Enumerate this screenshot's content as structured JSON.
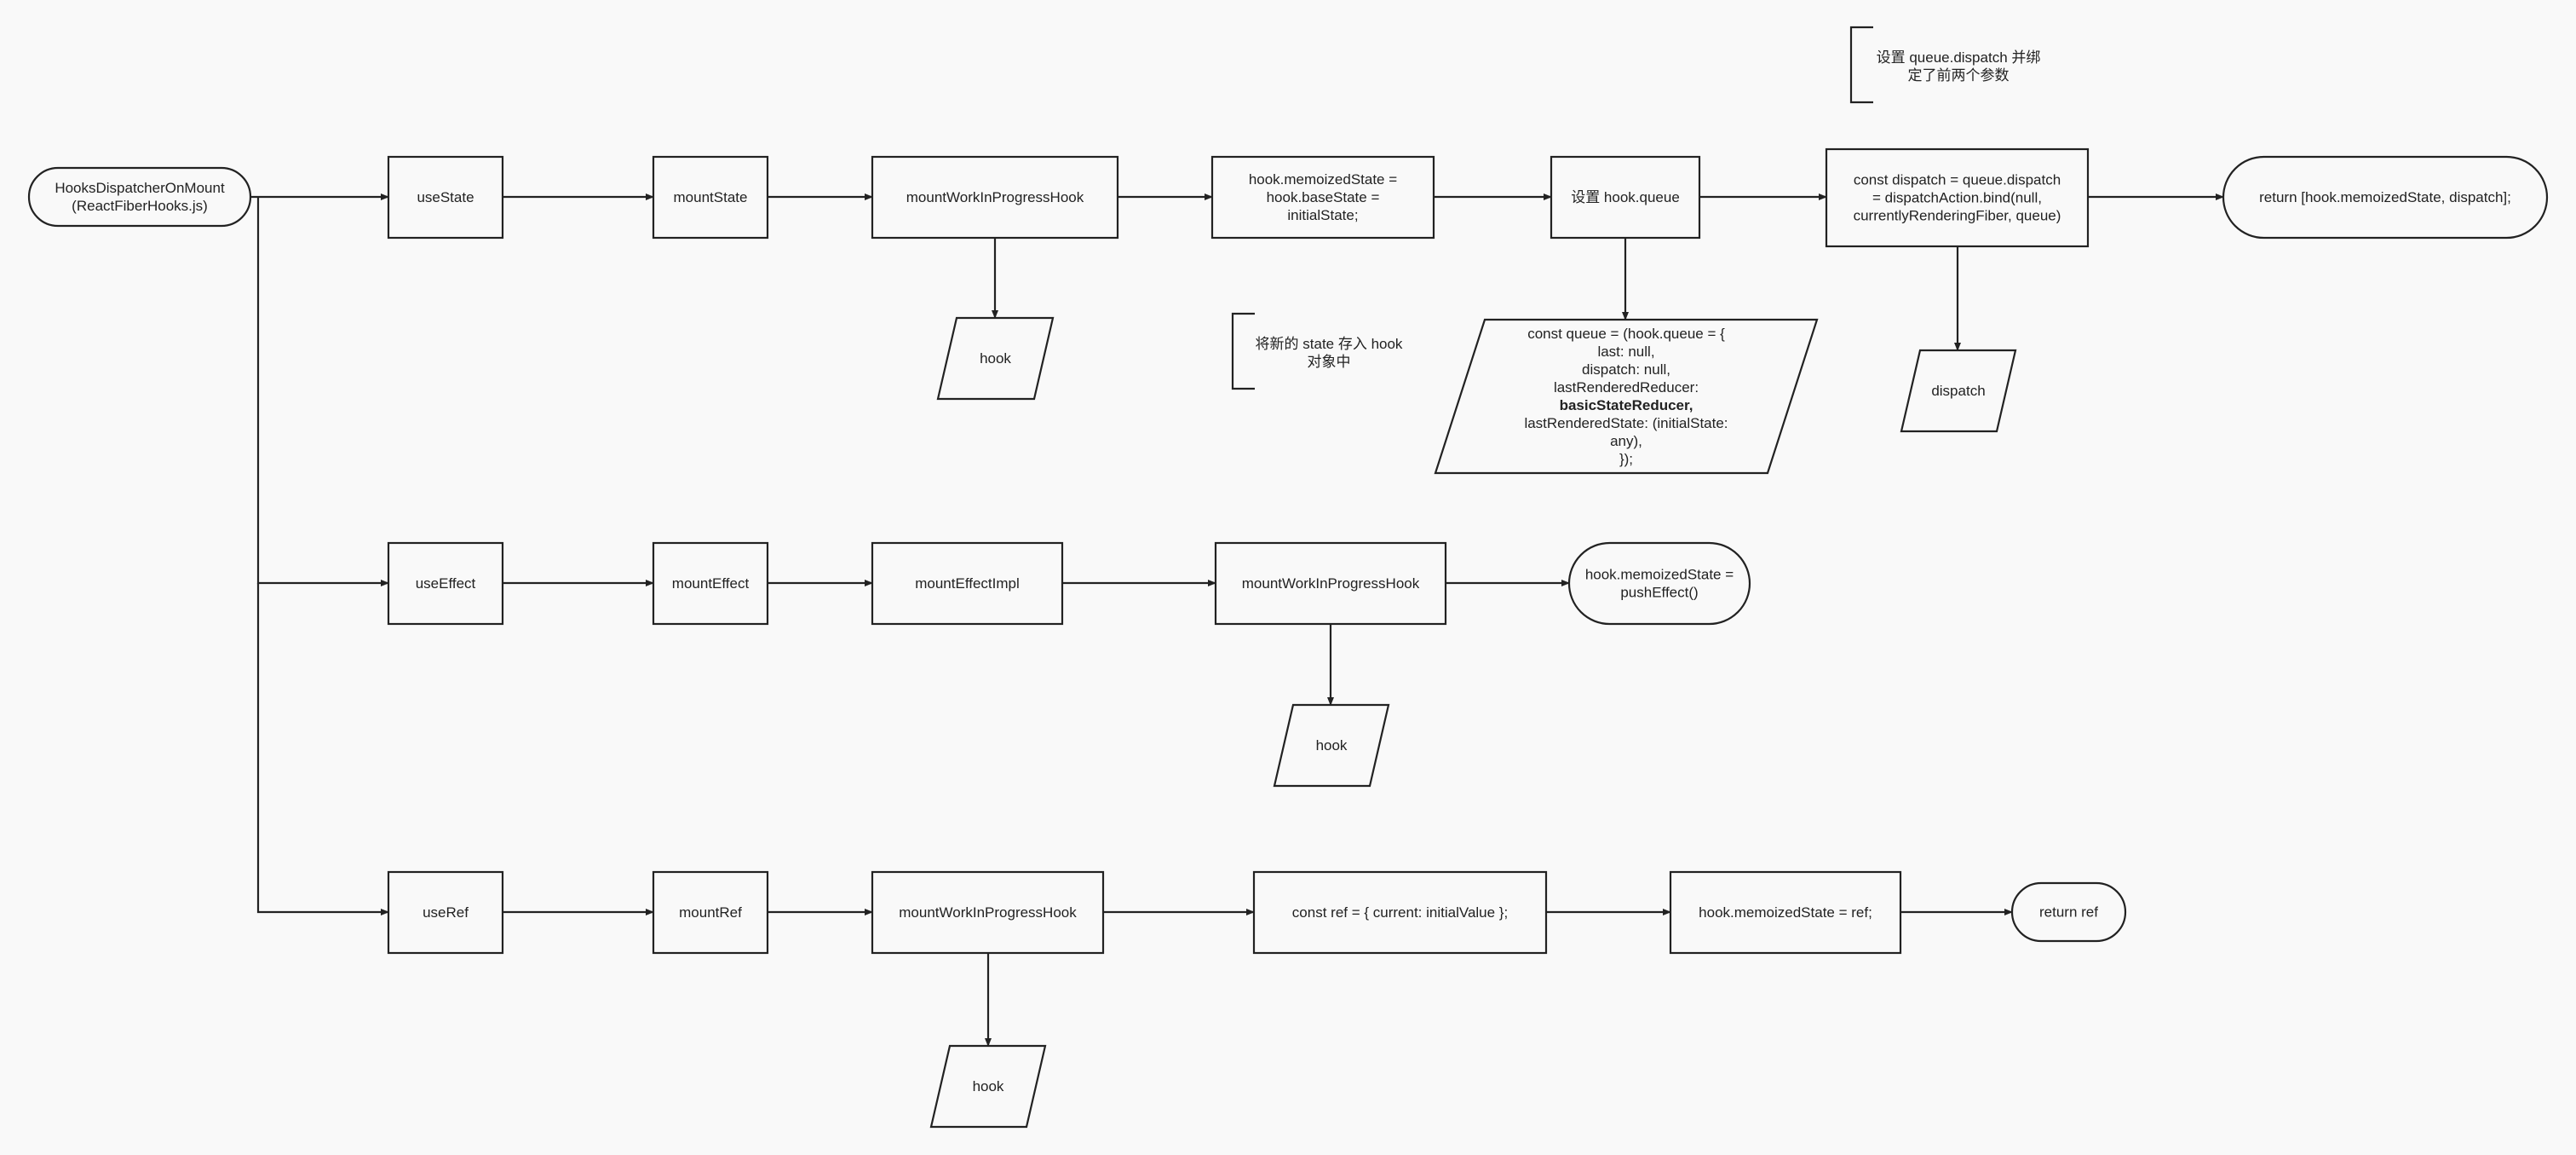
{
  "diagram": {
    "colors": {
      "background": "#f9f9f9",
      "stroke": "#222222",
      "text": "#222222"
    },
    "nodes": {
      "root": [
        "HooksDispatcherOnMount",
        "(ReactFiberHooks.js)"
      ],
      "use_state": [
        "useState"
      ],
      "mount_state": [
        "mountState"
      ],
      "state_wip_hook": [
        "mountWorkInProgressHook"
      ],
      "state_hook_output": [
        "hook"
      ],
      "memoized_base_state": [
        "hook.memoizedState =",
        "hook.baseState =",
        "initialState;"
      ],
      "set_hook_queue": [
        "设置 hook.queue"
      ],
      "queue_object": [
        {
          "text": "const queue = (hook.queue = {"
        },
        {
          "text": "last: null,"
        },
        {
          "text": "dispatch: null,"
        },
        {
          "text": "lastRenderedReducer:"
        },
        {
          "text": "basicStateReducer,",
          "bold": true
        },
        {
          "text": "lastRenderedState: (initialState:"
        },
        {
          "text": "any),"
        },
        {
          "text": "});"
        }
      ],
      "dispatch_bind": [
        "const dispatch = queue.dispatch",
        "= dispatchAction.bind(null,",
        "currentlyRenderingFiber, queue)"
      ],
      "dispatch_output": [
        "dispatch"
      ],
      "state_return": [
        "return [hook.memoizedState, dispatch];"
      ],
      "use_effect": [
        "useEffect"
      ],
      "mount_effect": [
        "mountEffect"
      ],
      "mount_effect_impl": [
        "mountEffectImpl"
      ],
      "effect_wip_hook": [
        "mountWorkInProgressHook"
      ],
      "effect_hook_output": [
        "hook"
      ],
      "push_effect": [
        "hook.memoizedState =",
        "pushEffect()"
      ],
      "use_ref": [
        "useRef"
      ],
      "mount_ref": [
        "mountRef"
      ],
      "ref_wip_hook": [
        "mountWorkInProgressHook"
      ],
      "ref_hook_output": [
        "hook"
      ],
      "ref_object": [
        "const ref = { current: initialValue };"
      ],
      "ref_memoized": [
        "hook.memoizedState = ref;"
      ],
      "ref_return": [
        "return ref"
      ]
    },
    "annotations": {
      "store_state_note": [
        "将新的 state 存入 hook",
        "对象中"
      ],
      "dispatch_note": [
        "设置 queue.dispatch 并绑",
        "定了前两个参数"
      ]
    }
  }
}
